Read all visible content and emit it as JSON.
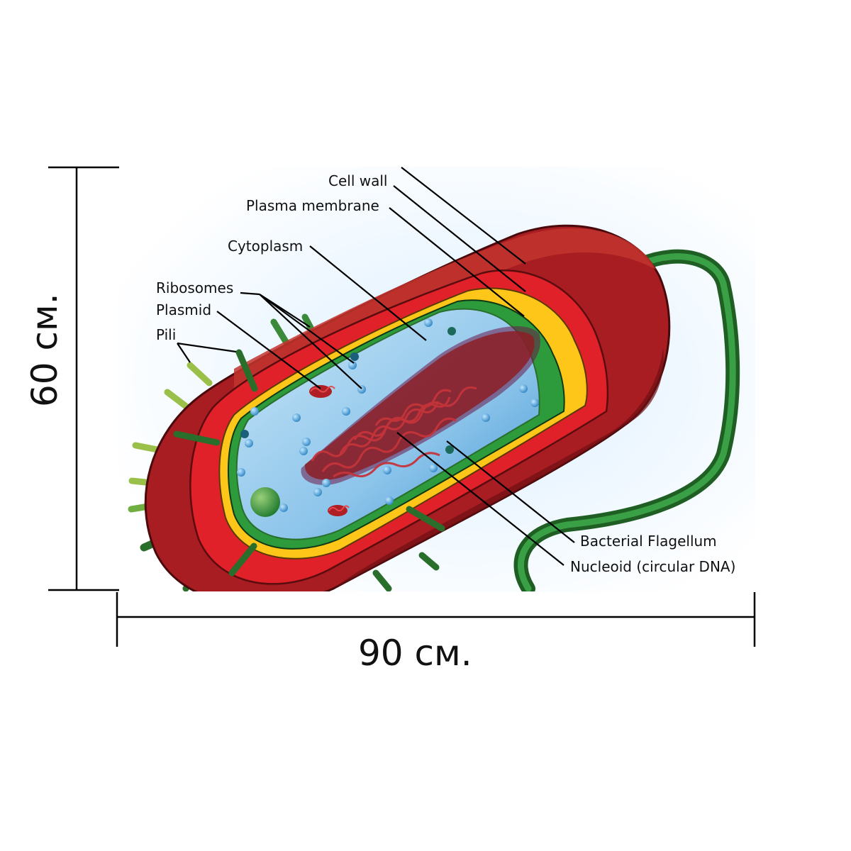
{
  "labels": {
    "cell_wall": "Cell wall",
    "plasma_membrane": "Plasma membrane",
    "cytoplasm": "Cytoplasm",
    "ribosomes": "Ribosomes",
    "plasmid": "Plasmid",
    "pili": "Pili",
    "flagellum": "Bacterial Flagellum",
    "nucleoid": "Nucleoid (circular DNA)"
  },
  "dimensions": {
    "height": "60 см.",
    "width": "90 см."
  },
  "colors": {
    "capsule": "#b01e22",
    "capsule_dark": "#7d1215",
    "cell_wall_red": "#e0232b",
    "membrane_yellow": "#ffc61a",
    "membrane_green": "#2f9a3c",
    "cytoplasm": "#8fc8ec",
    "nucleoid": "#a0262a",
    "flagellum": "#2a7a2e",
    "pili": "#3a8a3a"
  }
}
